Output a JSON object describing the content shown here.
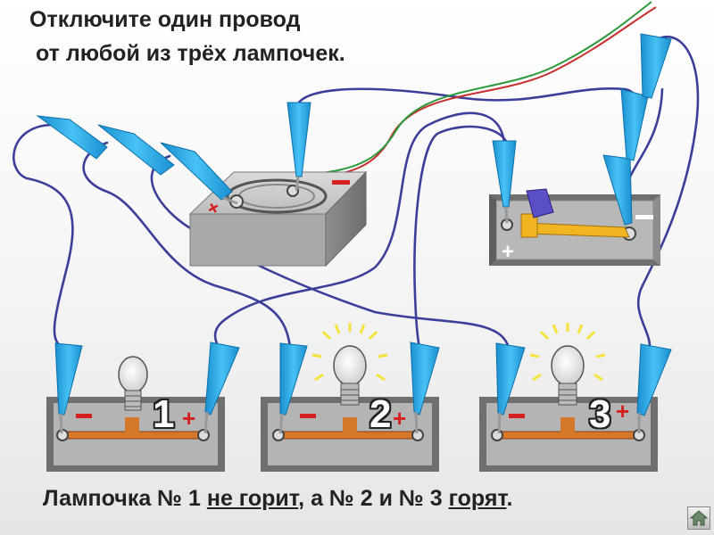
{
  "title": {
    "line1": "Отключите один провод",
    "line2": "от любой из трёх лампочек."
  },
  "caption": {
    "part1": "Лампочка № 1 ",
    "part2": "не горит",
    "part3": ", а № 2 и № 3 ",
    "part4": "горят",
    "part5": "."
  },
  "lamps": [
    {
      "number": "1",
      "state": "off"
    },
    {
      "number": "2",
      "state": "on"
    },
    {
      "number": "3",
      "state": "on"
    }
  ],
  "polarity": {
    "plus": "+",
    "minus": "−"
  },
  "colors": {
    "wire": "#3b3f9a",
    "clip": "#22a8e8",
    "block_top": "#c9c9c9",
    "block_side": "#8a8a8a",
    "terminal_bar": "#d6782c",
    "switch_lever": "#f0b520",
    "switch_knob": "#5a4fc4",
    "plus_sign": "#d42020",
    "glow": "#f6e23c"
  }
}
